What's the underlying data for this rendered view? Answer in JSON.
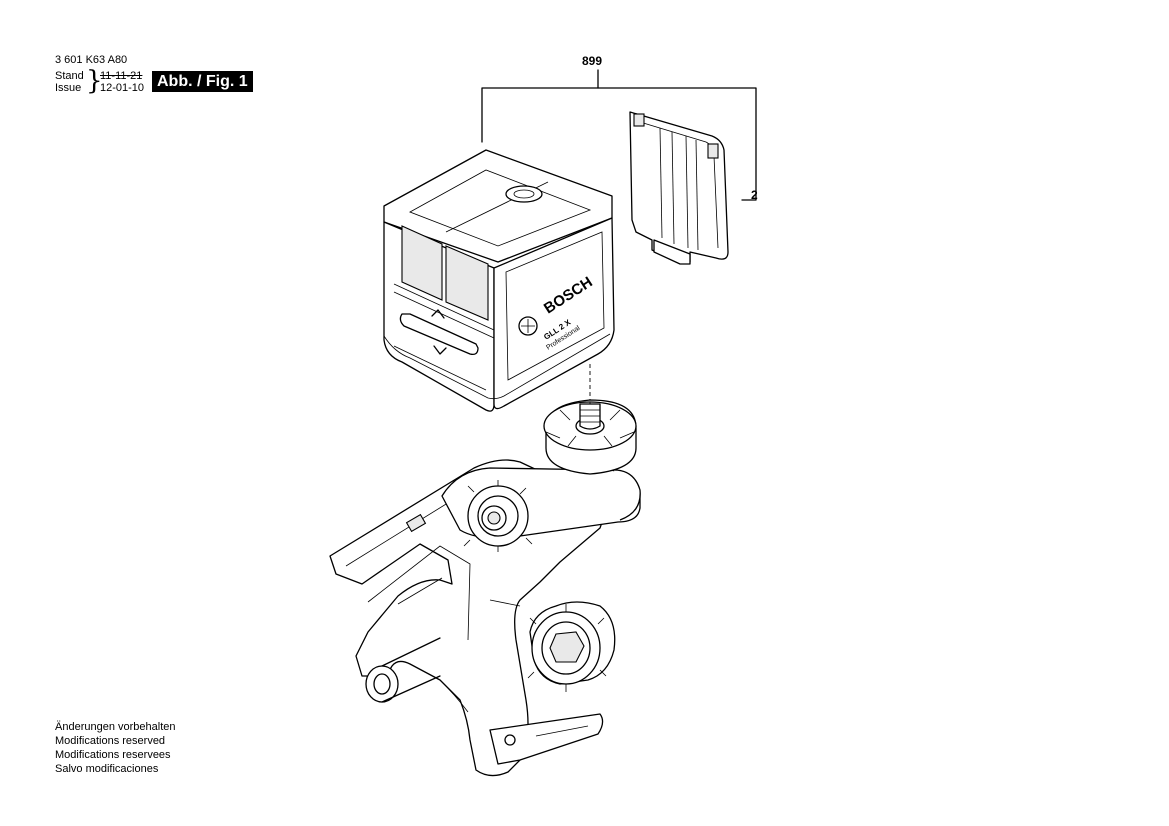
{
  "header": {
    "doc_number": "3 601 K63 A80",
    "stand_label": "Stand",
    "issue_label": "Issue",
    "stand_date": "11-11-21",
    "issue_date": "12-01-10",
    "figure_label": "Abb. / Fig. 1"
  },
  "callouts": {
    "set_number": "899",
    "part_number": "2"
  },
  "product": {
    "brand": "BOSCH",
    "model": "GLL 2 X",
    "line": "Professional"
  },
  "footer": {
    "lines": [
      "Änderungen vorbehalten",
      "Modifications reserved",
      "Modifications reservees",
      "Salvo modificaciones"
    ]
  }
}
